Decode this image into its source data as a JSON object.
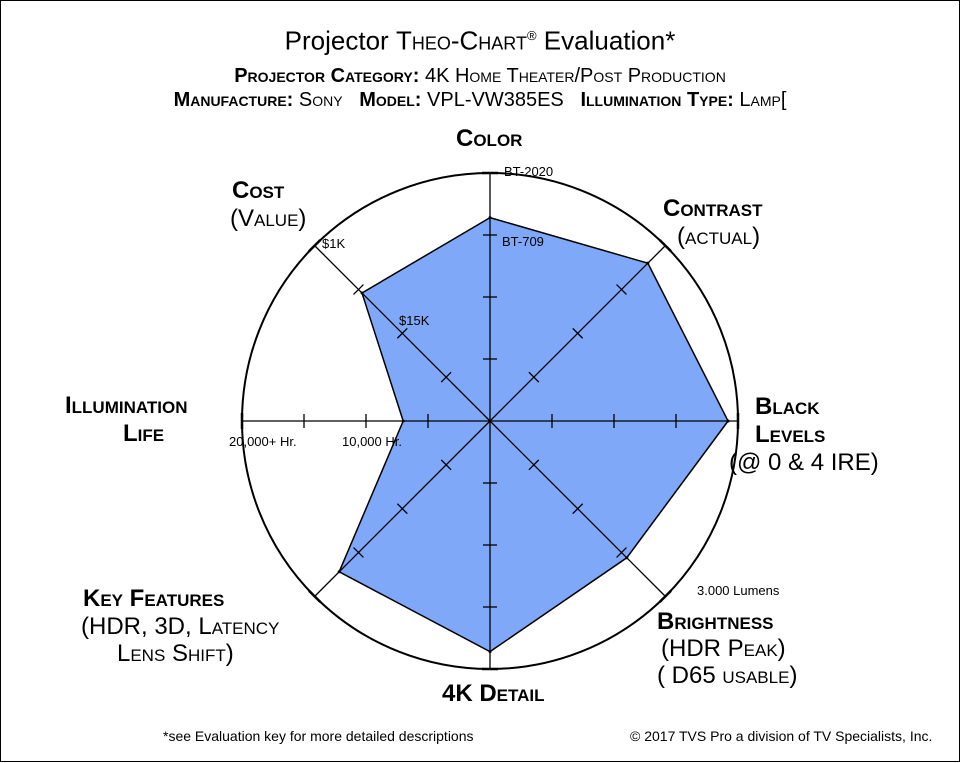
{
  "header": {
    "title_prefix": "Projector",
    "title_brand": "Theo-Chart",
    "title_mark": "®",
    "title_suffix": "Evaluation*",
    "category_label": "Projector Category:",
    "category_value": "4K Home Theater/Post Production",
    "manufacture_label": "Manufacture:",
    "manufacture_value": "Sony",
    "model_label": "Model:",
    "model_value": "VPL-VW385ES",
    "illumination_label": "Illumination Type:",
    "illumination_value": "Lamp["
  },
  "axes_titles": {
    "color": "Color",
    "contrast_1": "Contrast",
    "contrast_2": "(actual)",
    "black_1": "Black",
    "black_2": "Levels",
    "black_3": "(@ 0 & 4 IRE)",
    "brightness_1": "Brightness",
    "brightness_2": "(HDR Peak)",
    "brightness_3": "( D65 usable)",
    "detail": "4K Detail",
    "features_1": "Key Features",
    "features_2": "(HDR, 3D, Latency",
    "features_3": "Lens Shift)",
    "illumination_1": "Illumination",
    "illumination_2": "Life",
    "cost_1": "Cost",
    "cost_2": "(Value)"
  },
  "tick_labels": {
    "bt2020": "BT-2020",
    "bt709": "BT-709",
    "cost_1k": "$1K",
    "cost_15k": "$15K",
    "life_20000": "20,000+ Hr.",
    "life_10000": "10,000 Hr.",
    "lumens": "3.000 Lumens"
  },
  "footer": {
    "note": "*see Evaluation key for more detailed descriptions",
    "copyright": "© 2017 TVS Pro a division of TV Specialists, Inc."
  },
  "colors": {
    "fill": "#7fa8f8",
    "outline": "#000000"
  },
  "chart_data": {
    "type": "radar",
    "max": 1.0,
    "ticks_per_axis": 4,
    "axes": [
      "Color",
      "Contrast",
      "Black Levels",
      "Brightness",
      "4K Detail",
      "Key Features",
      "Illumination Life",
      "Cost"
    ],
    "values": [
      0.82,
      0.9,
      0.96,
      0.78,
      0.93,
      0.86,
      0.35,
      0.73
    ]
  }
}
